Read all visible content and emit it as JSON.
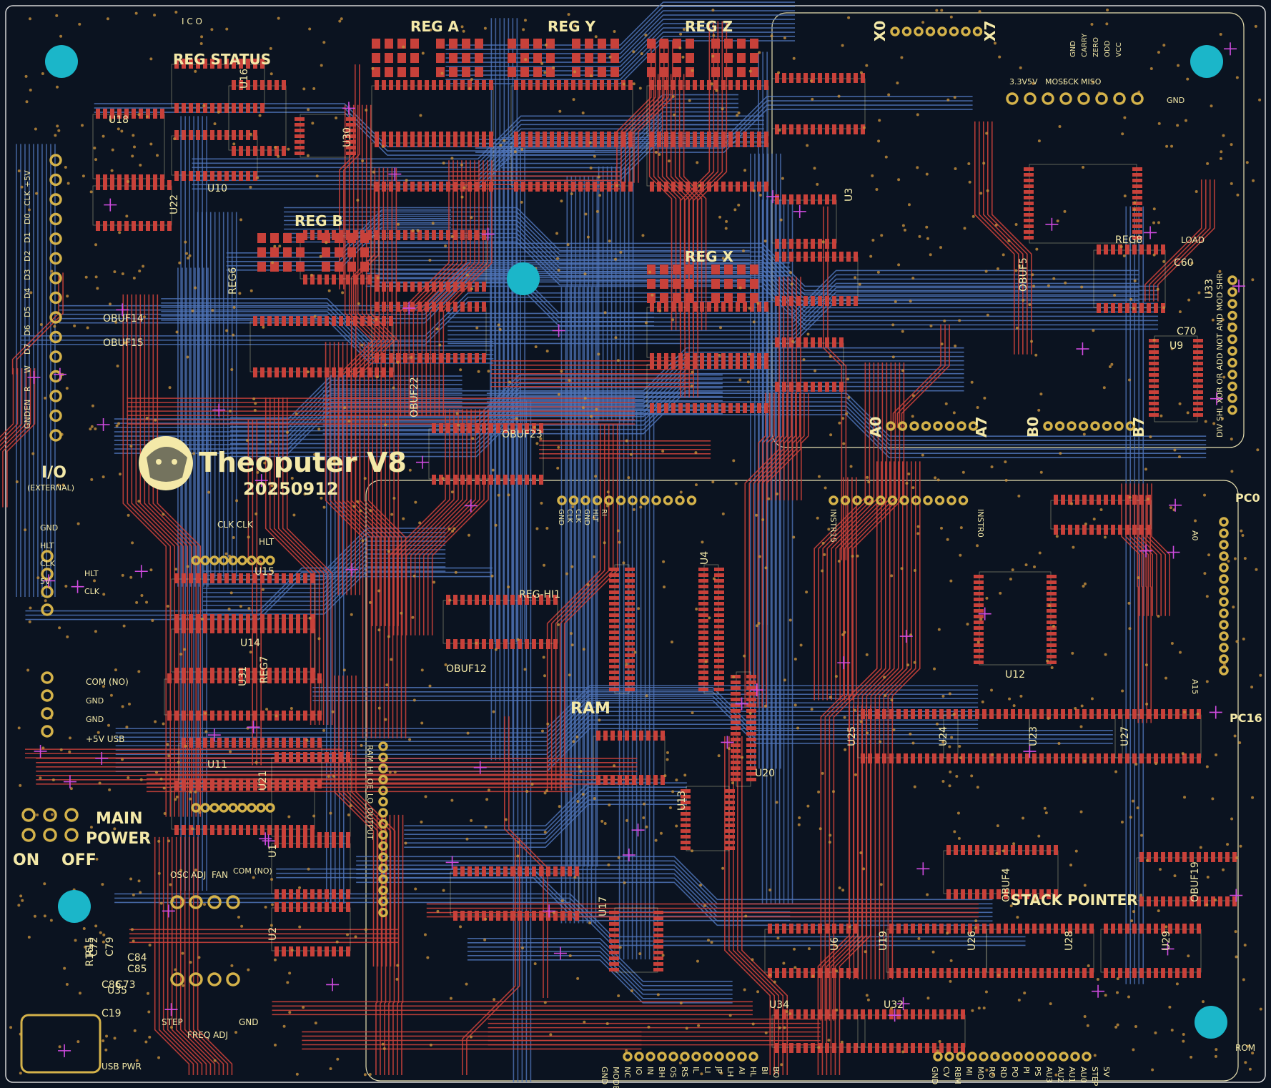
{
  "board": {
    "title": "Theoputer V8",
    "date": "20250912",
    "colors": {
      "background": "#0b1320",
      "front_copper": "#c8413a",
      "back_copper": "#4f74b8",
      "silkscreen": "#f4e9a8",
      "pads": "#d4b24a",
      "mounting_holes": "#1bb6c9",
      "vias": "#c6903c",
      "markers": "#d04be0"
    }
  },
  "labels": {
    "reg_status": "REG STATUS",
    "reg_a": "REG A",
    "reg_y": "REG Y",
    "reg_z": "REG Z",
    "reg_b": "REG B",
    "reg_x": "REG X",
    "ram": "RAM",
    "stack_pointer": "STACK POINTER",
    "main": "MAIN",
    "power": "POWER",
    "on": "ON",
    "off": "OFF",
    "io": "I/O",
    "external": "(EXTERNAL)",
    "usb_pwr": "USB PWR",
    "freq_adj": "FREQ ADJ",
    "step": "STEP",
    "gnd": "GND",
    "osc_adj": "OSC ADJ",
    "fan": "FAN",
    "com_no": "COM (NO)",
    "pc0": "PC0",
    "pc16": "PC16",
    "rom": "ROM",
    "load": "LOAD",
    "x0": "X0",
    "x7": "X7",
    "a0": "A0",
    "a7": "A7",
    "b0": "B0",
    "b7": "B7",
    "icon": "I C O",
    "clk_clk": "CLK CLK",
    "hlt": "HLT",
    "five_v": "5V",
    "plus5v_usb": "+5V USB",
    "com_no2": "COM (NO)",
    "ram_header": "RAM_HI_OE_LO_OUTPUT",
    "instr15": "INSTR15",
    "instr0": "INSTR0",
    "alu_ops": "DIV SHL XOR OR ADD NOT AND MOD SHR"
  },
  "designators": [
    "U16",
    "U18",
    "U10",
    "U22",
    "U30",
    "U15",
    "U14",
    "U11",
    "U31",
    "U21",
    "U1",
    "U2",
    "U35",
    "U4",
    "U12",
    "U20",
    "U13",
    "U17",
    "U6",
    "U19",
    "U26",
    "U28",
    "U29",
    "U25",
    "U24",
    "U23",
    "U27",
    "U34",
    "U32",
    "U33",
    "U9",
    "U3",
    "OBUF14",
    "OBUF15",
    "OBUF22",
    "OBUF23",
    "OBUF12",
    "OBUF5",
    "OBUF4",
    "OBUF19",
    "REG-HI1",
    "REG8",
    "REG7",
    "REG6",
    "C60",
    "C70",
    "C72",
    "C79",
    "C84",
    "C85",
    "C86",
    "C73",
    "C19",
    "R15",
    "R16"
  ],
  "header_top_right": {
    "left_labels": [
      "3.3V",
      "5V",
      "MOSI",
      "SCK",
      "MISO"
    ],
    "right_label": "GND",
    "vertical": [
      "GND",
      "CARRY",
      "ZERO",
      "ODD",
      "VCC"
    ]
  },
  "io_pins": [
    "GND",
    "EN",
    "R",
    "W",
    "D7",
    "D6",
    "D5",
    "D4",
    "D3",
    "D2",
    "D1",
    "D0",
    "CLK",
    "+5V"
  ],
  "clock_pins": [
    "GND",
    "HLT",
    "CLK",
    "5V"
  ],
  "usb_pins": [
    "COM (NO)",
    "GND",
    "GND",
    "+5V USB"
  ],
  "control_header_left": [
    "GND",
    "MODE",
    "NC",
    "IO",
    "IN",
    "BH",
    "OS",
    "RS",
    "IL",
    "LI",
    "JP",
    "LH",
    "AI",
    "HL",
    "BI",
    "BO"
  ],
  "control_header_right": [
    "GND",
    "CV",
    "RBM",
    "MI",
    "MO",
    "RO",
    "RD",
    "PO",
    "PI",
    "PS",
    "AU3",
    "AU2",
    "AU1",
    "AU0",
    "STEP",
    "5V"
  ],
  "top_header_left": [
    "GND",
    "CLK",
    "CLK",
    "GND",
    "HLT",
    "RI"
  ],
  "ram_pins_left": [
    "A0"
  ],
  "ram_pins_right": [
    "A15"
  ]
}
